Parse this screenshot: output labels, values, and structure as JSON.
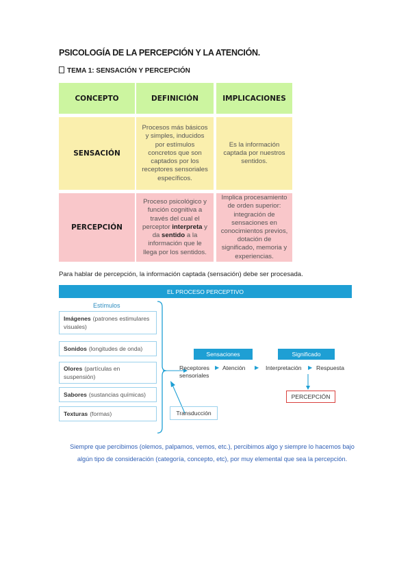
{
  "doc": {
    "title": "PSICOLOGÍA DE LA PERCEPCIÓN Y LA ATENCIÓN.",
    "subtitle": "TEMA 1: SENSACIÓN Y PERCEPCIÓN"
  },
  "table": {
    "headers": [
      "CONCEPTO",
      "DEFINICIÓN",
      "IMPLICACIONES"
    ],
    "rows": [
      {
        "concept": "SENSACIÓN",
        "definition": "Procesos más básicos y simples, inducidos por estímulos concretos que son captados por los receptores sensoriales específicos.",
        "implications": "Es la información captada por nuestros sentidos."
      },
      {
        "concept": "PERCEPCIÓN",
        "definition_parts": [
          "Proceso psicológico y función cognitiva a través del cual el perceptor ",
          "interpreta",
          " y da ",
          "sentido",
          " a la información que le llega por los sentidos."
        ],
        "implications": "Implica procesamiento de orden superior: integración de sensaciones en conocimientos previos, dotación de significado, memoria y experiencias."
      }
    ]
  },
  "paragraph": "Para hablar de percepción, la información captada (sensación) debe ser procesada.",
  "diagram": {
    "header": "EL PROCESO PERCEPTIVO",
    "stimuli_title": "Estímulos",
    "stimuli": [
      {
        "name": "Imágenes",
        "detail": "(patrones estimulares visuales)"
      },
      {
        "name": "Sonidos",
        "detail": "(longitudes de onda)"
      },
      {
        "name": "Olores",
        "detail": "(partículas en suspensión)"
      },
      {
        "name": "Sabores",
        "detail": "(sustancias químicas)"
      },
      {
        "name": "Texturas",
        "detail": "(formas)"
      }
    ],
    "sensaciones_label": "Sensaciones",
    "significado_label": "Significado",
    "receptores": "Receptores sensoriales",
    "atencion": "Atención",
    "interpretacion": "Interpretación",
    "respuesta": "Respuesta",
    "percepcion_box": "PERCEPCIÓN",
    "transduccion": "Transducción",
    "colors": {
      "accent": "#1e9fd4",
      "border": "#9bd1ec",
      "output_border": "#d9403c"
    }
  },
  "note": "Siempre que percibimos (olemos, palpamos, vemos, etc.), percibimos algo y siempre lo hacemos bajo algún tipo de consideración (categoría, concepto, etc), por muy elemental que sea la percepción."
}
